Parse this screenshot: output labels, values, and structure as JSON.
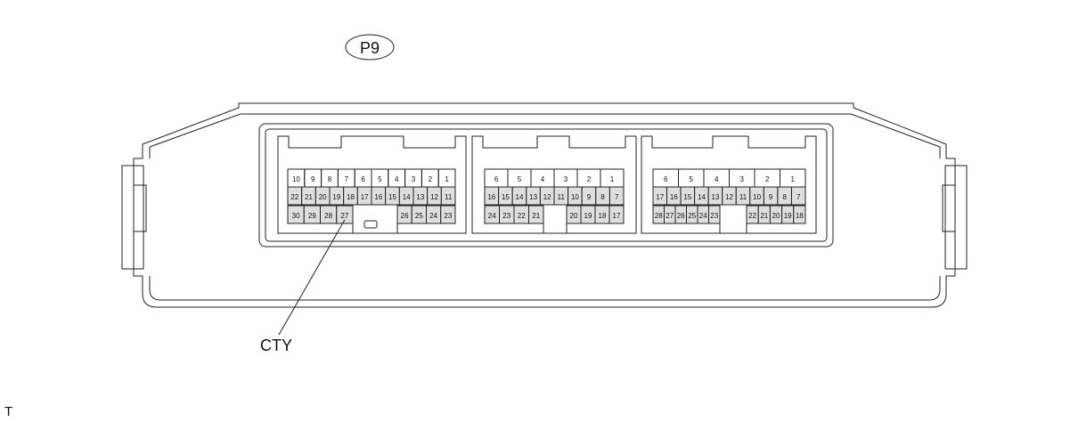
{
  "connector_id": "P9",
  "pin_label": {
    "text": "CTY",
    "connector": 0,
    "pin": "27"
  },
  "footer_mark": "T",
  "shade_color": "#dedede",
  "line_color": "#222222",
  "connectors": [
    {
      "rows": [
        [
          "10",
          "9",
          "8",
          "7",
          "6",
          "5",
          "4",
          "3",
          "2",
          "1"
        ],
        [
          "22",
          "21",
          "20",
          "19",
          "18",
          "17",
          "16",
          "15",
          "14",
          "13",
          "12",
          "11"
        ],
        [
          "30",
          "29",
          "28",
          "27",
          "26",
          "25",
          "24",
          "23"
        ]
      ]
    },
    {
      "rows": [
        [
          "6",
          "5",
          "4",
          "3",
          "2",
          "1"
        ],
        [
          "16",
          "15",
          "14",
          "13",
          "12",
          "11",
          "10",
          "9",
          "8",
          "7"
        ],
        [
          "24",
          "23",
          "22",
          "21",
          "20",
          "19",
          "18",
          "17"
        ]
      ]
    },
    {
      "rows": [
        [
          "6",
          "5",
          "4",
          "3",
          "2",
          "1"
        ],
        [
          "17",
          "16",
          "15",
          "14",
          "13",
          "12",
          "11",
          "10",
          "9",
          "8",
          "7"
        ],
        [
          "28",
          "27",
          "26",
          "25",
          "24",
          "23",
          "22",
          "21",
          "20",
          "19",
          "18"
        ]
      ]
    }
  ]
}
